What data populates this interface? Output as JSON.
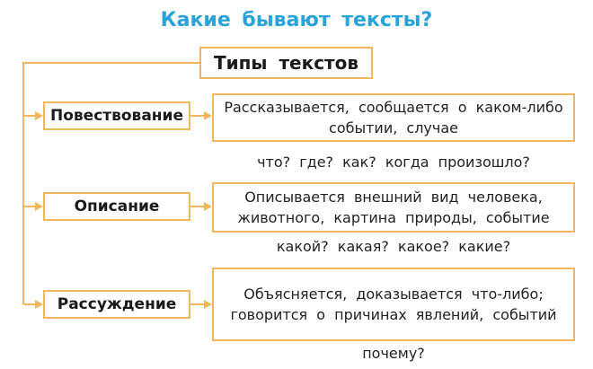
{
  "title": "Какие бывают тексты?",
  "root": {
    "label": "Типы текстов"
  },
  "types": [
    {
      "label": "Повествование",
      "description": "Рассказывается, сообщается о каком-либо событии, случае",
      "question": "что? где? как? когда произошло?"
    },
    {
      "label": "Описание",
      "description": "Описывается внешний вид человека, животного, картина природы, событие",
      "question": "какой? какая? какое? какие?"
    },
    {
      "label": "Рассуждение",
      "description": "Объясняется, доказывается что-либо; говорится о причинах явлений, событий",
      "question": "почему?"
    }
  ],
  "colors": {
    "title": "#2aa3d8",
    "border": "#f2b75c",
    "connector": "#f2b75c"
  }
}
